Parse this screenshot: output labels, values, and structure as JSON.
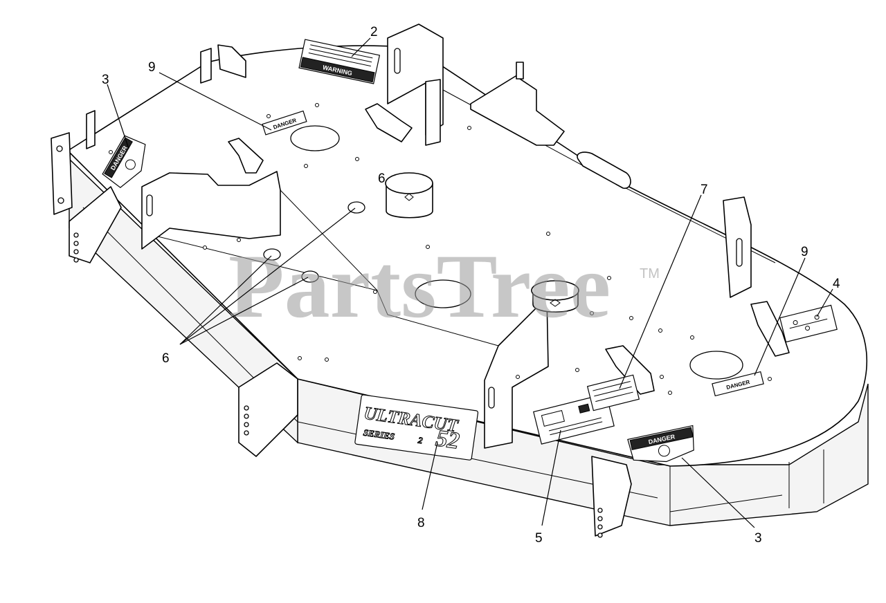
{
  "callouts": [
    {
      "id": "c2",
      "label": "2"
    },
    {
      "id": "c3a",
      "label": "3"
    },
    {
      "id": "c3b",
      "label": "3"
    },
    {
      "id": "c4",
      "label": "4"
    },
    {
      "id": "c5",
      "label": "5"
    },
    {
      "id": "c6a",
      "label": "6"
    },
    {
      "id": "c6b",
      "label": "6"
    },
    {
      "id": "c7",
      "label": "7"
    },
    {
      "id": "c8",
      "label": "8"
    },
    {
      "id": "c9a",
      "label": "9"
    },
    {
      "id": "c9b",
      "label": "9"
    }
  ],
  "decals": {
    "warning": "WARNING",
    "danger": "DANGER",
    "danger_small": "DANGER",
    "logo_main": "ULTRACUT",
    "logo_series": "SERIES",
    "logo_series_num": "2",
    "logo_size": "52"
  },
  "watermark": {
    "text": "PartsTree",
    "tm": "TM"
  }
}
